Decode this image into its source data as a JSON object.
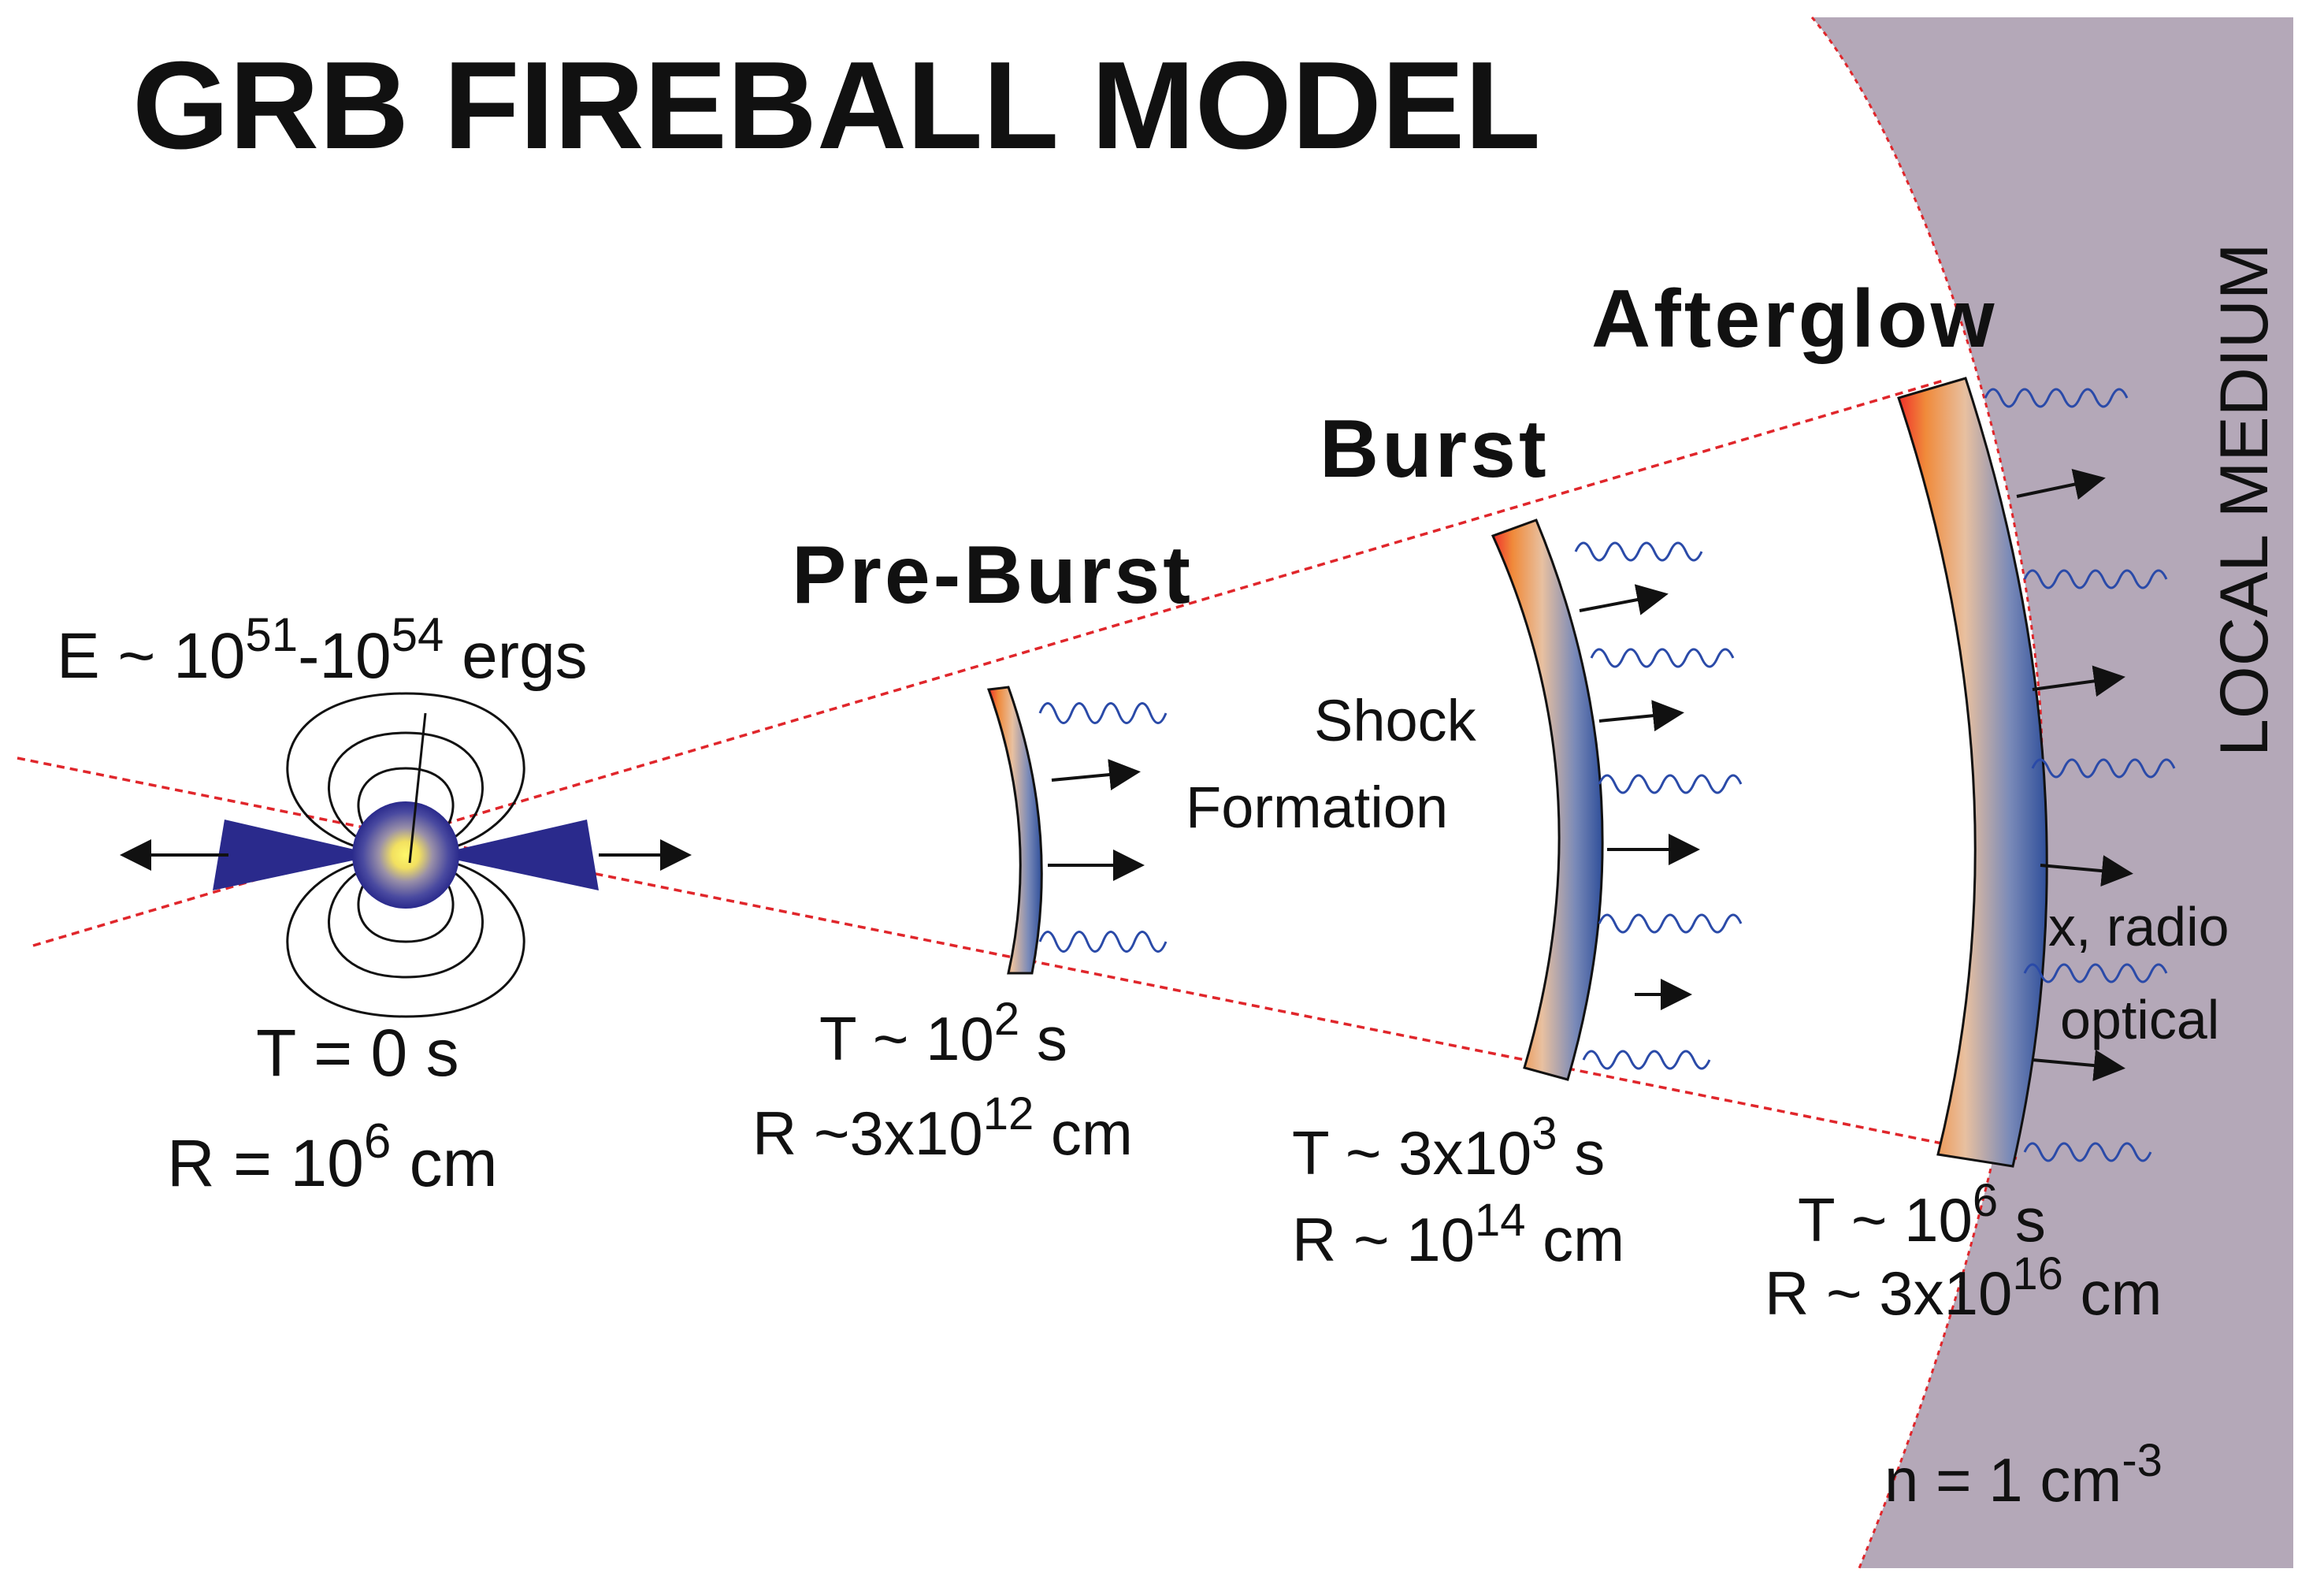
{
  "title": "GRB FIREBALL MODEL",
  "stages": {
    "pre_burst": "Pre-Burst",
    "burst": "Burst",
    "afterglow": "Afterglow"
  },
  "local_medium": "LOCAL MEDIUM",
  "energy": {
    "prefix": "E ~ 10",
    "exp1": "51",
    "mid": "-10",
    "exp2": "54",
    "suffix": " ergs"
  },
  "shock_formation": {
    "line1": "Shock",
    "line2": "Formation"
  },
  "emission": {
    "line1": "x, radio",
    "line2": "optical"
  },
  "density": {
    "prefix": "n = 1 cm",
    "exp": "-3"
  },
  "epochs": [
    {
      "t_prefix": "T = 0 s",
      "t_exp": "",
      "t_suffix": "",
      "r_prefix": "R = 10",
      "r_exp": "6",
      "r_suffix": " cm"
    },
    {
      "t_prefix": "T ~ 10",
      "t_exp": "2",
      "t_suffix": " s",
      "r_prefix": "R ~3x10",
      "r_exp": "12",
      "r_suffix": " cm"
    },
    {
      "t_prefix": "T ~ 3x10",
      "t_exp": "3",
      "t_suffix": " s",
      "r_prefix": "R ~ 10",
      "r_exp": "14",
      "r_suffix": " cm"
    },
    {
      "t_prefix": "T ~ 10",
      "t_exp": "6",
      "t_suffix": " s",
      "r_prefix": "R ~ 3x10",
      "r_exp": "16",
      "r_suffix": " cm"
    }
  ],
  "colors": {
    "cone_line": "#e0262b",
    "medium_fill": "#b4a8b8",
    "medium_edge": "#e0262b",
    "jet": "#2a2a8c",
    "wave": "#2a4aa8",
    "shell_inner": "#f0302a",
    "shell_mid": "#e8a070",
    "shell_outer": "#3a5aa0"
  }
}
